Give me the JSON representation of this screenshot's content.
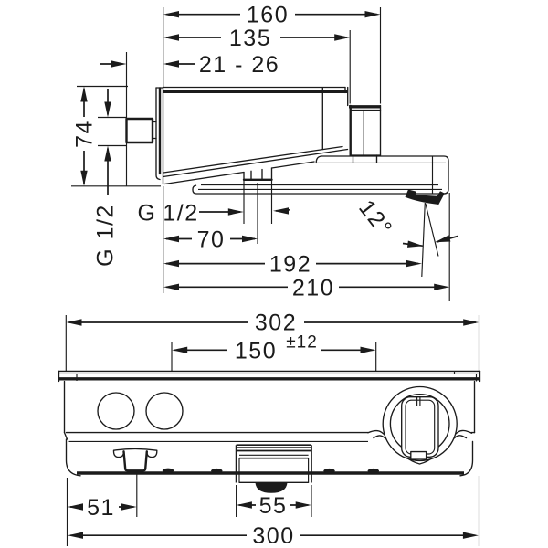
{
  "drawing": {
    "type": "technical-dimension-drawing",
    "views": [
      "side-view",
      "front-view"
    ],
    "colors": {
      "line": "#1b1b1b",
      "background": "#ffffff"
    }
  },
  "top_view": {
    "dims": {
      "total_depth": "160",
      "plate_depth": "135",
      "wall_thickness_range": "21 - 26",
      "height": "74",
      "wall_thread": "G 1/2",
      "outlet_thread_prefix": "G",
      "outlet_thread_size": "1/2",
      "outlet_offset": "70",
      "spout_tip_reach": "192",
      "total_reach": "210",
      "spout_angle": "12°"
    }
  },
  "bottom_view": {
    "dims": {
      "total_width": "302",
      "connection_spacing": "150",
      "connection_tolerance": "±12",
      "drain_offset": "51",
      "spout_width": "55",
      "body_width": "300"
    }
  }
}
